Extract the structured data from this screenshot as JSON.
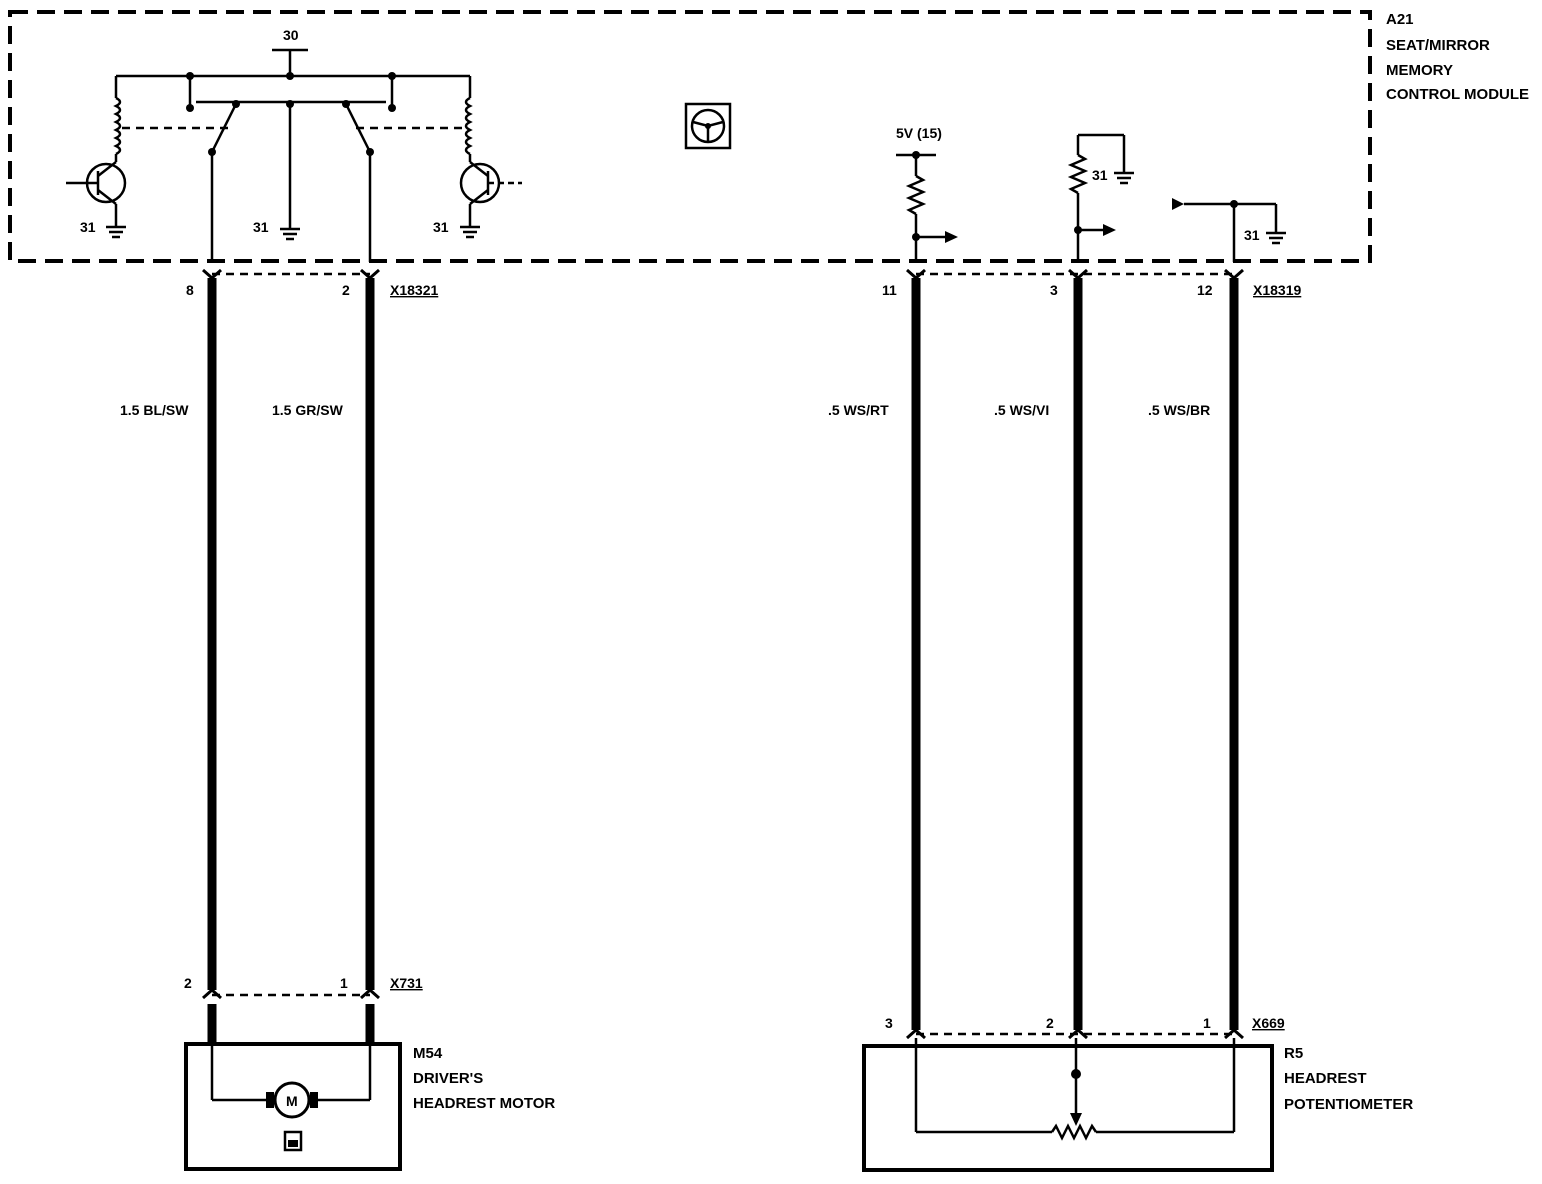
{
  "module": {
    "ref": "A21",
    "line1": "SEAT/MIRROR",
    "line2": "MEMORY",
    "line3": "CONTROL MODULE"
  },
  "supply": {
    "battery_label": "30",
    "ref_voltage": "5V (15)"
  },
  "grounds": {
    "label": "31"
  },
  "connectors": {
    "module_left": "X18321",
    "module_right": "X18319",
    "motor": "X731",
    "pot": "X669"
  },
  "pins": {
    "module_left_a": "8",
    "module_left_b": "2",
    "module_right_a": "11",
    "module_right_b": "3",
    "module_right_c": "12",
    "motor_a": "2",
    "motor_b": "1",
    "pot_a": "3",
    "pot_b": "2",
    "pot_c": "1"
  },
  "wires": {
    "w1": "1.5 BL/SW",
    "w2": "1.5 GR/SW",
    "w3": ".5 WS/RT",
    "w4": ".5 WS/VI",
    "w5": ".5 WS/BR"
  },
  "motor": {
    "ref": "M54",
    "line1": "DRIVER'S",
    "line2": "HEADREST MOTOR",
    "symbol": "M"
  },
  "pot": {
    "ref": "R5",
    "line1": "HEADREST",
    "line2": "POTENTIOMETER"
  },
  "icons": {
    "steering": "steering-wheel-icon",
    "motor": "motor-icon",
    "ground": "ground-icon"
  }
}
